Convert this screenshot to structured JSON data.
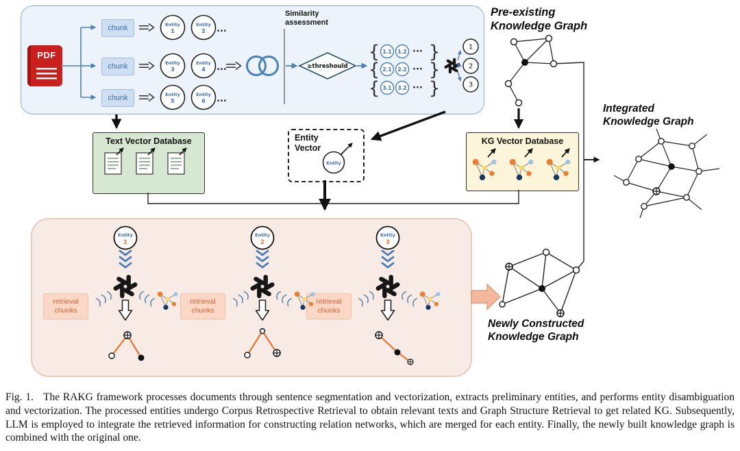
{
  "colors": {
    "accent_blue": "#4a7ebb",
    "pdf_red": "#c9201d",
    "pipeline_bg": "#edf3fa",
    "text_db_green": "#d6e8d2",
    "kg_db_cream": "#fcf5d9",
    "retrieval_pink": "#f8eae4",
    "node_orange": "#ed7d31",
    "node_navy": "#17375e"
  },
  "pipeline": {
    "pdf_label": "PDF",
    "chunks": [
      "chunk",
      "chunk",
      "chunk"
    ],
    "entity_word": "Entity",
    "entity_numbers": [
      "1",
      "2",
      "3",
      "4",
      "5",
      "6"
    ],
    "row_ellipsis": "...",
    "similarity_title": "Similarity\nassessment",
    "threshold_label": "≥threshould",
    "set_open": "{",
    "set_close": "}",
    "set_dots": "···",
    "sets": [
      {
        "a": "1.1",
        "b": "1.2"
      },
      {
        "a": "2.1",
        "b": "2.2"
      },
      {
        "a": "3.1",
        "b": "3.2"
      }
    ],
    "merged_ids": [
      "1",
      "2",
      "3"
    ]
  },
  "middle": {
    "text_vector_db_title": "Text Vector Database",
    "entity_vector_title": "Entity\nVector",
    "entity_vector_circle_label": "Entity",
    "kg_vector_db_title": "KG Vector Database"
  },
  "kg": {
    "preexisting_title": "Pre-existing\nKnowledge Graph",
    "integrated_title": "Integrated\nKnowledge Graph",
    "newly_title": "Newly Constructed\nKnowledge Graph"
  },
  "retrieval": {
    "entity_word": "Entity",
    "entity_numbers": [
      "1",
      "2",
      "3"
    ],
    "chunks_label": "retrieval\nchunks"
  },
  "caption": {
    "prefix": "Fig. 1.",
    "body": "The RAKG framework processes documents through sentence segmentation and vectorization, extracts preliminary entities, and performs entity disambiguation and vectorization. The processed entities undergo Corpus Retrospective Retrieval to obtain relevant texts and Graph Structure Retrieval to get related KG. Subsequently, LLM is employed to integrate the retrieved information for constructing relation networks, which are merged for each entity. Finally, the newly built knowledge graph is combined with the original one."
  }
}
